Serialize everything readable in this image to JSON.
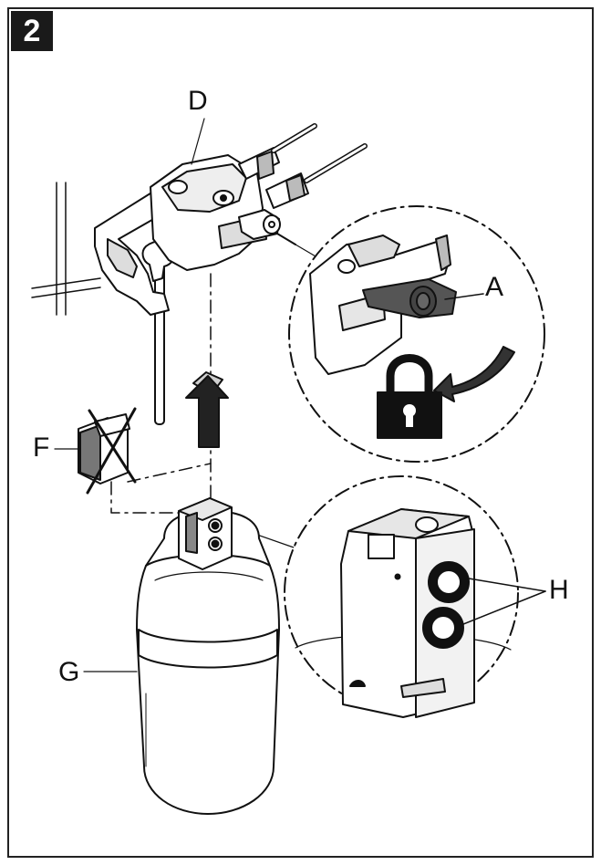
{
  "figure": {
    "number": "2"
  },
  "labels": {
    "D": "D",
    "A": "A",
    "F": "F",
    "G": "G",
    "H": "H"
  },
  "colors": {
    "line": "#111111",
    "fill": "#ffffff",
    "shade": "#cfcfcf",
    "dark": "#1a1a1a"
  },
  "icons": [
    "padlock-icon",
    "rotate-arrow-icon",
    "up-arrow-icon",
    "crossed-out-cap-icon"
  ]
}
